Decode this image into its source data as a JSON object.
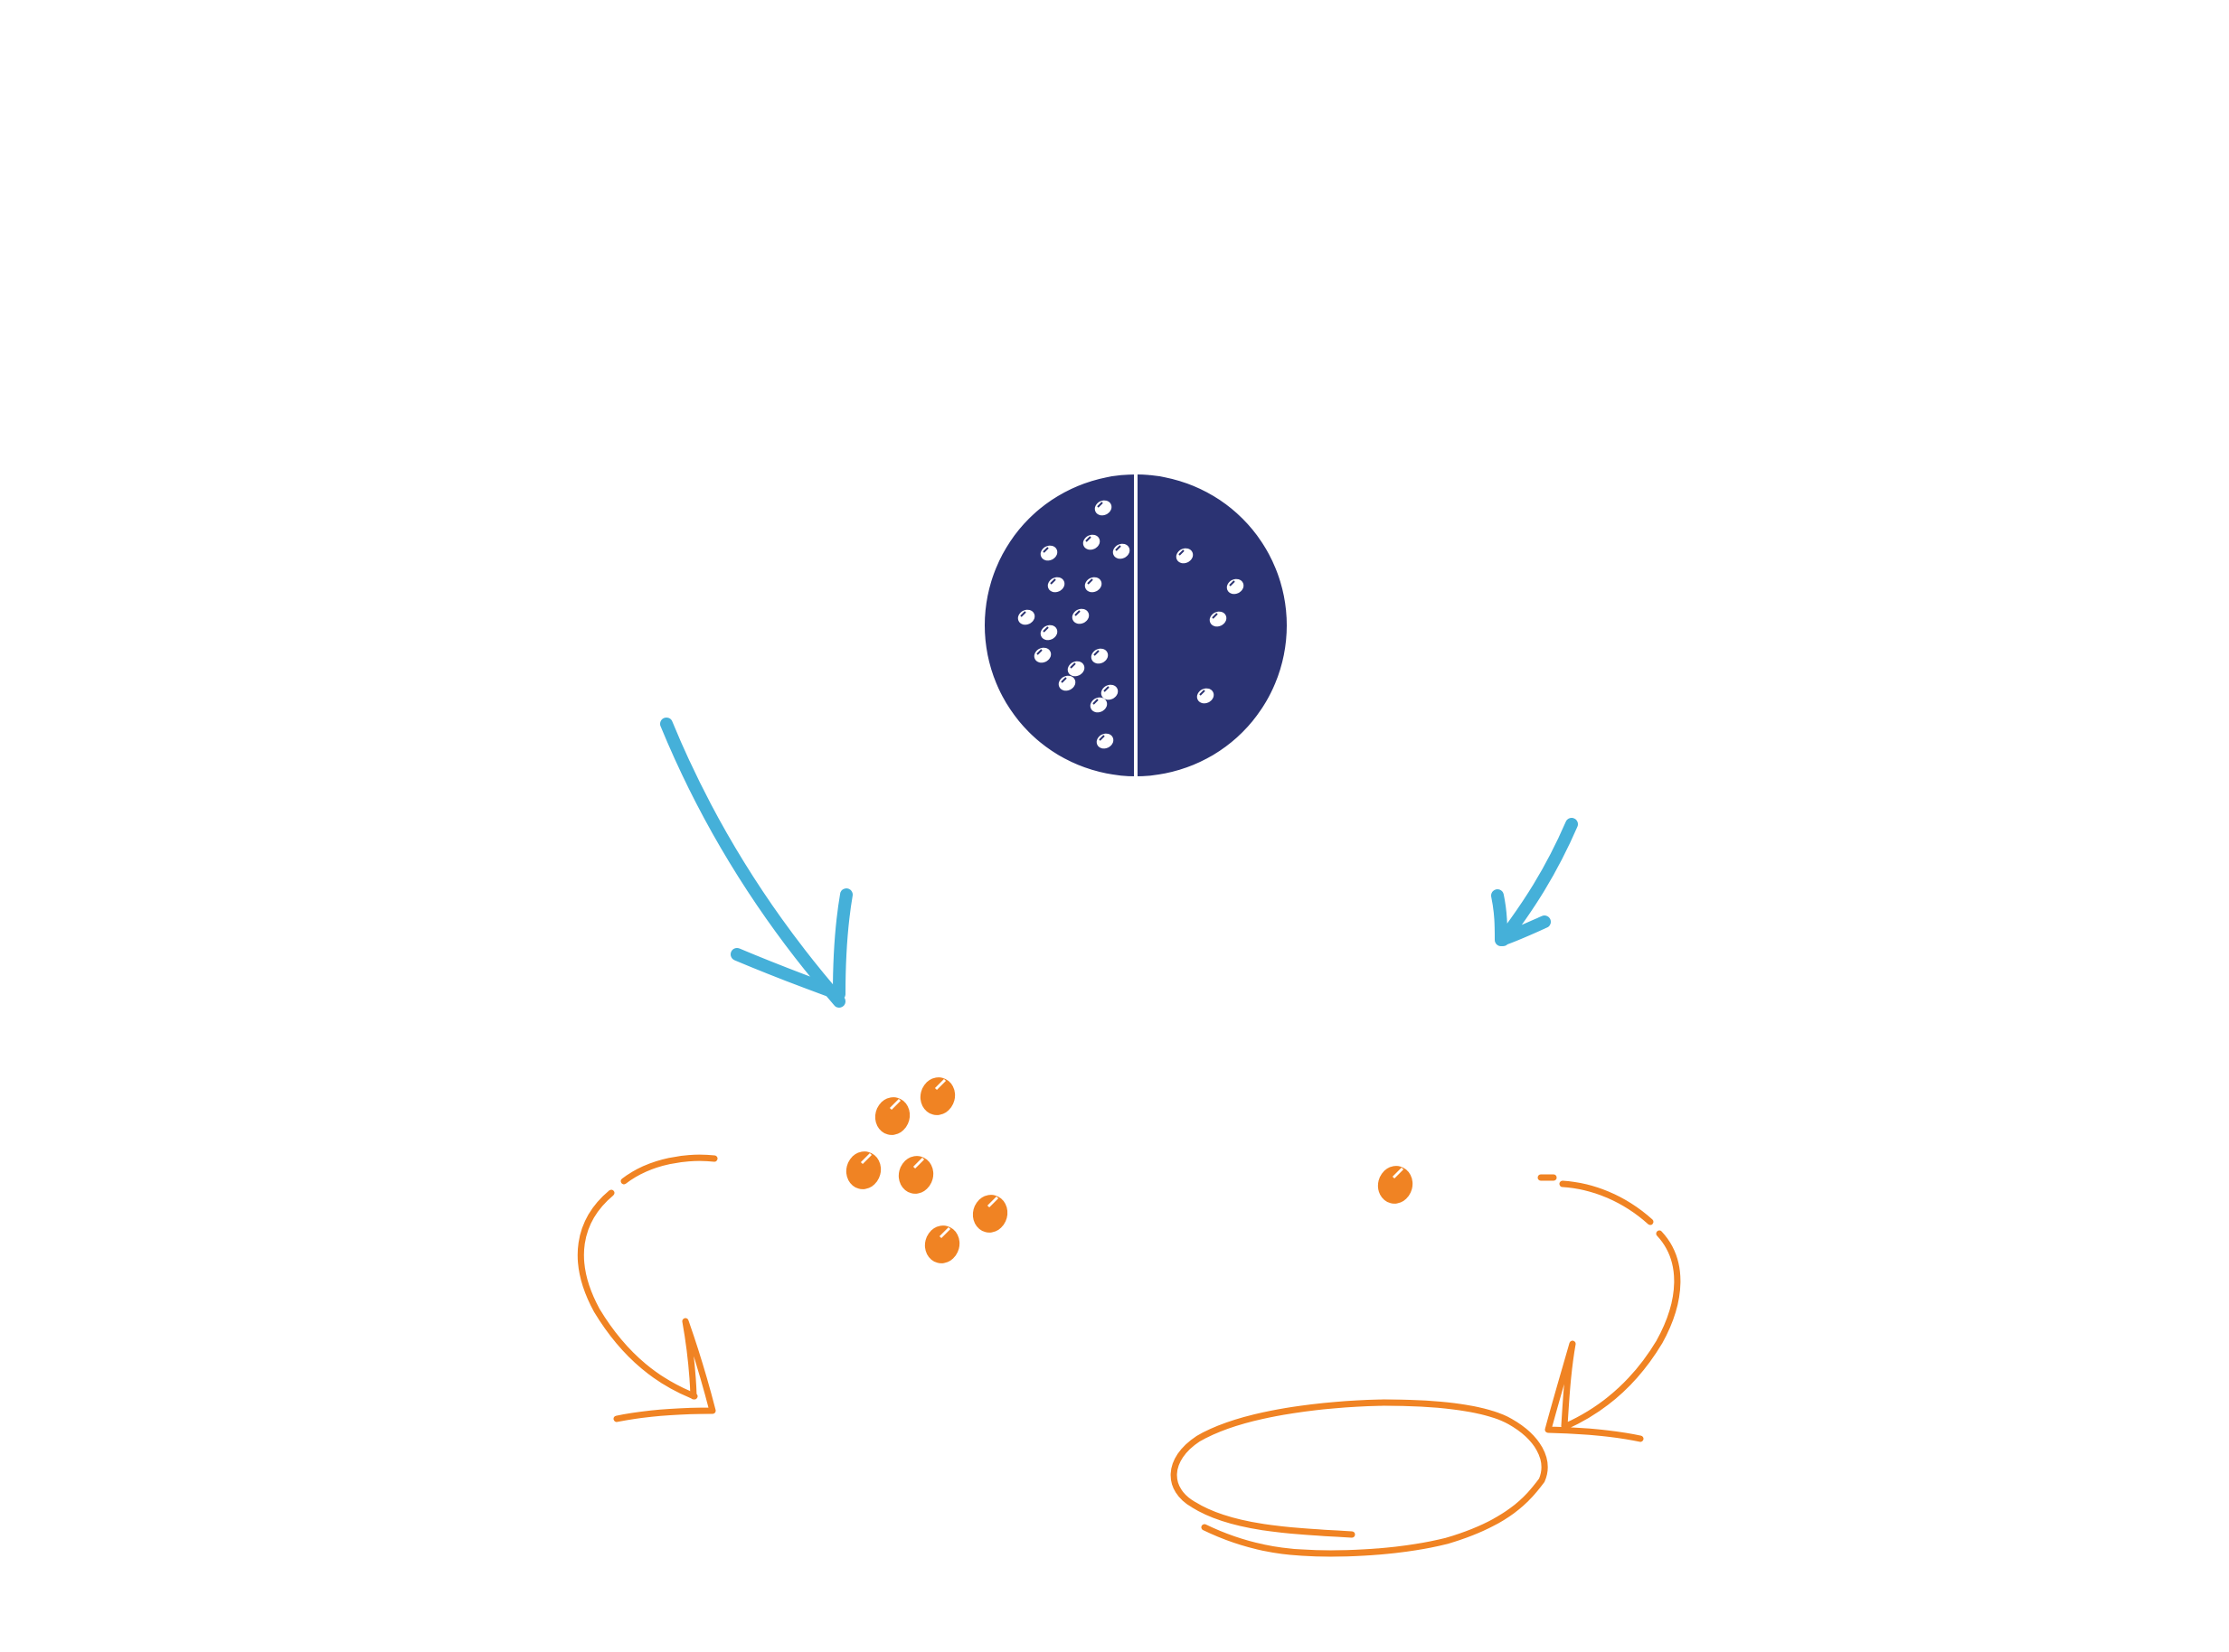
{
  "colors": {
    "background": "#ffffff",
    "circle_fill": "#2b3373",
    "circle_divider": "#ffffff",
    "dot_white": "#ffffff",
    "arrow_blue": "#45b0d9",
    "orange": "#f08323"
  },
  "central_circle": {
    "left_half_dot_count": 16,
    "right_half_dot_count": 4
  },
  "left_group": {
    "orange_dot_count": 6
  },
  "right_group": {
    "orange_dot_count": 1
  }
}
